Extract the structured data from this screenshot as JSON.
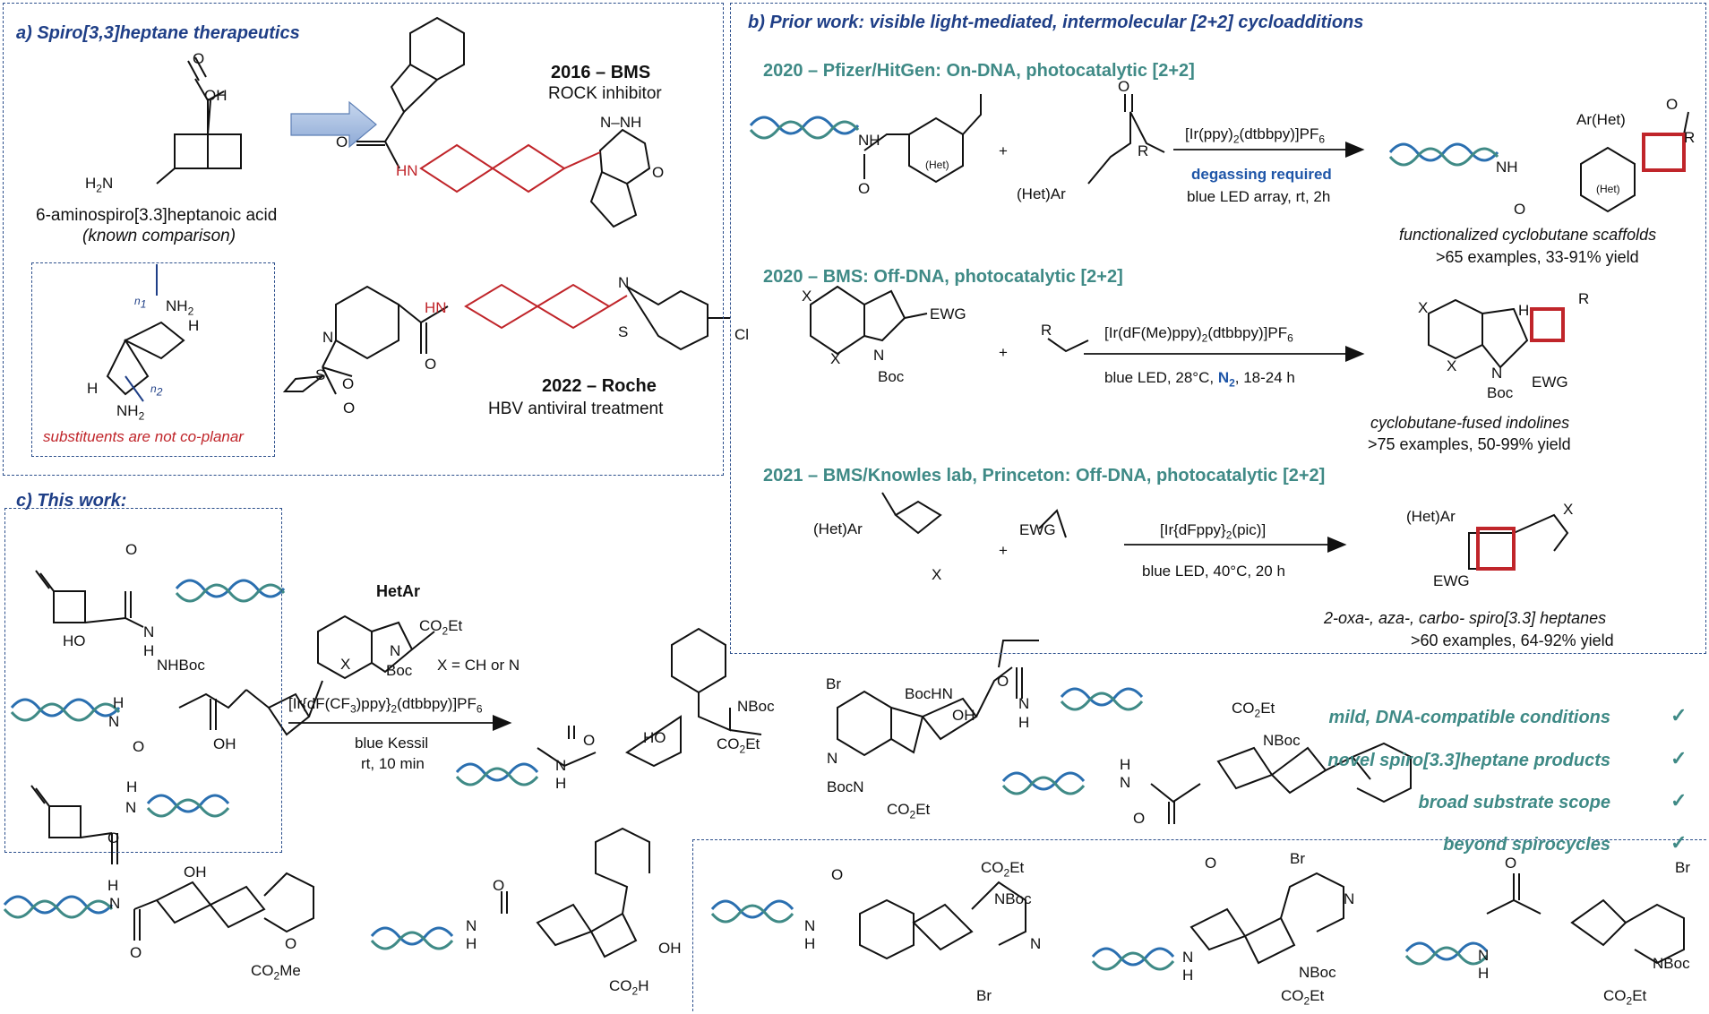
{
  "panel_a": {
    "title": "a) Spiro[3,3]heptane therapeutics",
    "acid_name": "6-aminospiro[3.3]heptanoic acid",
    "acid_note": "(known comparison)",
    "caption": "substituents are not co-planar",
    "bms_title": "2016 – BMS",
    "bms_sub": "ROCK inhibitor",
    "roche_title": "2022 – Roche",
    "roche_sub": "HBV antiviral treatment"
  },
  "panel_b": {
    "title": "b) Prior work: visible light-mediated, intermolecular [2+2] cycloadditions",
    "r1": {
      "heading": "2020 – Pfizer/HitGen: On-DNA, photocatalytic [2+2]",
      "catalyst": "[Ir(ppy)2(dtbbpy)]PF6",
      "note": "degassing required",
      "conditions": "blue LED array, rt, 2h",
      "result": "functionalized cyclobutane scaffolds",
      "scope": ">65 examples, 33-91% yield"
    },
    "r2": {
      "heading": "2020 – BMS: Off-DNA, photocatalytic [2+2]",
      "catalyst": "[Ir(dF(Me)ppy)2(dtbbpy)]PF6",
      "conditions": "blue LED, 28°C, N2, 18-24 h",
      "result": "cyclobutane-fused indolines",
      "scope": ">75 examples, 50-99% yield"
    },
    "r3": {
      "heading": "2021 – BMS/Knowles lab, Princeton: Off-DNA, photocatalytic [2+2]",
      "catalyst": "[Ir{dFppy}2(pic)]",
      "conditions": "blue LED, 40°C, 20 h",
      "result": "2-oxa-, aza-, carbo- spiro[3.3] heptanes",
      "scope": ">60 examples, 64-92% yield"
    }
  },
  "panel_c": {
    "title": "c) This work:",
    "reagent": "HetAr",
    "x_note": "X = CH or N",
    "catalyst": "[Ir{dF(CF3)ppy}2(dtbbpy)]PF6",
    "cond1": "blue Kessil",
    "cond2": "rt, 10 min",
    "benefits": [
      "mild, DNA-compatible conditions",
      "novel spiro[3.3]heptane products",
      "broad substrate scope",
      "beyond spirocycles"
    ],
    "check": "✓"
  },
  "colors": {
    "navy": "#1f3f87",
    "teal": "#3f8a86",
    "red": "#c0252a",
    "blue": "#1f56a8",
    "arrow": "#a9c1e3"
  }
}
